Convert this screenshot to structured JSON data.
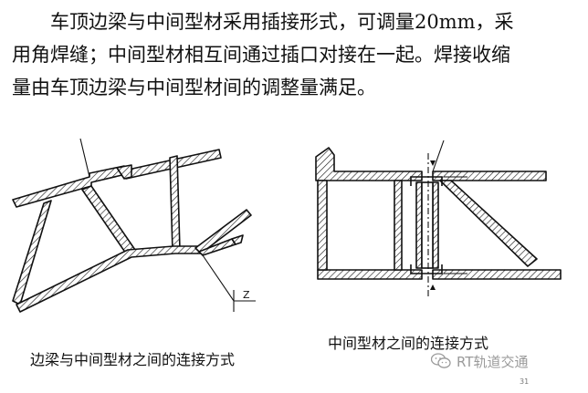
{
  "text": {
    "line1": "车顶边梁与中间型材采用插接形式，可调量20mm，采",
    "line2": "用角焊缝；中间型材相互间通过插口对接在一起。焊接收缩",
    "line3": "量由车顶边梁与中间型材间的调整量满足。"
  },
  "figures": {
    "left": {
      "label": "Z",
      "caption": "边梁与中间型材之间的连接方式"
    },
    "right": {
      "caption": "中间型材之间的连接方式"
    }
  },
  "watermark": {
    "text": "RT轨道交通",
    "icon": "wechat-icon"
  },
  "page_number": "31"
}
